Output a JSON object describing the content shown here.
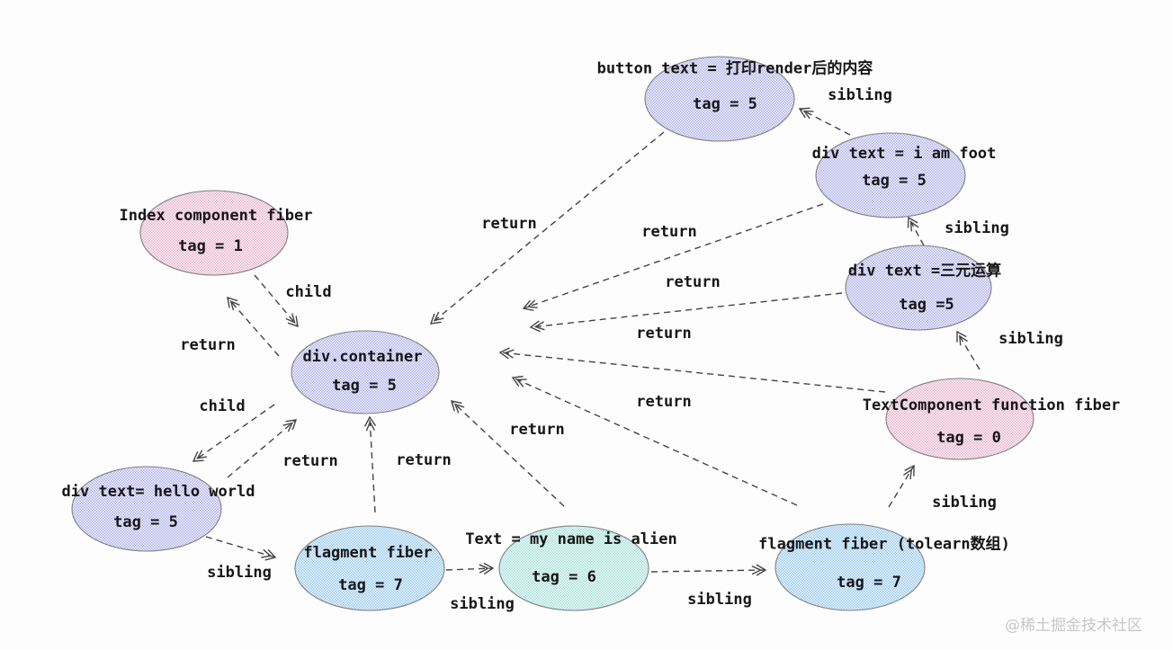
{
  "diagram": {
    "description": "React fiber tree diagram with ellipse nodes connected by dashed child / return / sibling arrows"
  },
  "colors": {
    "lavender": "#c9c9f1",
    "pink": "#efc9d9",
    "blue": "#b9dcf5",
    "cyan": "#c8ebe9",
    "node_stroke": "#808080",
    "arrow": "#444444",
    "text": "#161616",
    "watermark": "#c7c7c7"
  },
  "nodes": [
    {
      "id": "button",
      "title": "button text = 打印render后的内容",
      "tag": "tag = 5",
      "color": "lavender"
    },
    {
      "id": "iamfoot",
      "title": "div text =  i am foot",
      "tag": "tag = 5",
      "color": "lavender"
    },
    {
      "id": "sanyuan",
      "title": "div text =三元运算",
      "tag": "tag =5",
      "color": "lavender"
    },
    {
      "id": "textcomponent",
      "title": "TextComponent  function fiber",
      "tag": "tag = 0",
      "color": "pink"
    },
    {
      "id": "index",
      "title": "Index component fiber",
      "tag": "tag = 1",
      "color": "pink"
    },
    {
      "id": "container",
      "title": "div.container",
      "tag": "tag = 5",
      "color": "lavender"
    },
    {
      "id": "hello-world",
      "title": "div text= hello world",
      "tag": "tag = 5",
      "color": "lavender"
    },
    {
      "id": "flagment",
      "title": "flagment fiber",
      "tag": "tag = 7",
      "color": "blue"
    },
    {
      "id": "alien",
      "title": "Text = my name is alien",
      "tag": "tag = 6",
      "color": "cyan"
    },
    {
      "id": "tolearn",
      "title": "flagment fiber (tolearn数组)",
      "tag": "tag = 7",
      "color": "blue"
    }
  ],
  "edges": [
    {
      "from": "index",
      "to": "container",
      "label": "child"
    },
    {
      "from": "container",
      "to": "index",
      "label": "return"
    },
    {
      "from": "container",
      "to": "hello-world",
      "label": "child"
    },
    {
      "from": "hello-world",
      "to": "container",
      "label": "return"
    },
    {
      "from": "flagment",
      "to": "container",
      "label": "return"
    },
    {
      "from": "alien",
      "to": "container",
      "label": "return"
    },
    {
      "from": "tolearn",
      "to": "container",
      "label": "return"
    },
    {
      "from": "textcomponent",
      "to": "container",
      "label": "return"
    },
    {
      "from": "sanyuan",
      "to": "container",
      "label": "return"
    },
    {
      "from": "iamfoot",
      "to": "container",
      "label": "return"
    },
    {
      "from": "button",
      "to": "container",
      "label": "return"
    },
    {
      "from": "iamfoot",
      "to": "button",
      "label": "sibling"
    },
    {
      "from": "sanyuan",
      "to": "iamfoot",
      "label": "sibling"
    },
    {
      "from": "textcomponent",
      "to": "sanyuan",
      "label": "sibling"
    },
    {
      "from": "tolearn",
      "to": "textcomponent",
      "label": "sibling"
    },
    {
      "from": "alien",
      "to": "tolearn",
      "label": "sibling"
    },
    {
      "from": "flagment",
      "to": "alien",
      "label": "sibling"
    },
    {
      "from": "hello-world",
      "to": "flagment",
      "label": "sibling"
    }
  ],
  "watermark": "@稀土掘金技术社区"
}
